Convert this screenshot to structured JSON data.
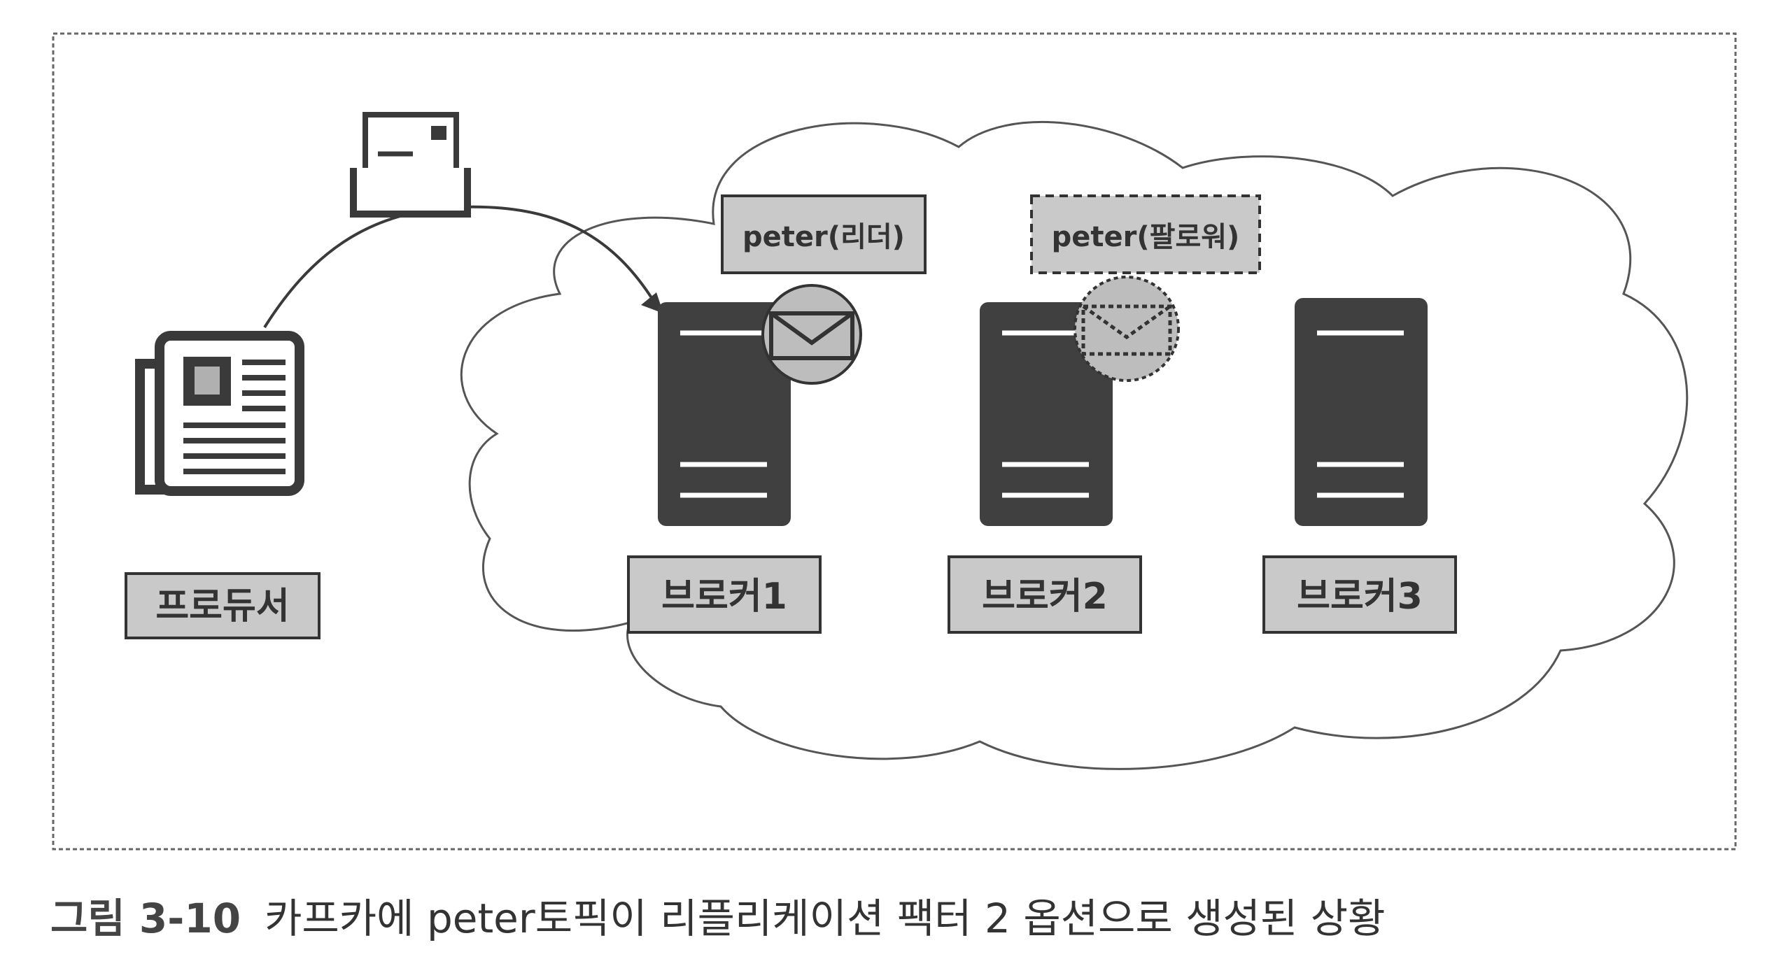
{
  "diagram": {
    "producer_label": "프로듀서",
    "brokers": [
      {
        "label": "브로커1"
      },
      {
        "label": "브로커2"
      },
      {
        "label": "브로커3"
      }
    ],
    "leader_tag": "peter(리더)",
    "follower_tag": "peter(팔로워)"
  },
  "caption": {
    "number": "그림 3-10",
    "text": "카프카에 peter토픽이 리플리케이션 팩터 2 옵션으로 생성된 상황"
  },
  "colors": {
    "server": "#404040",
    "label_box": "#c9c9c9",
    "badge": "#bdbdbd",
    "outline": "#333333"
  }
}
